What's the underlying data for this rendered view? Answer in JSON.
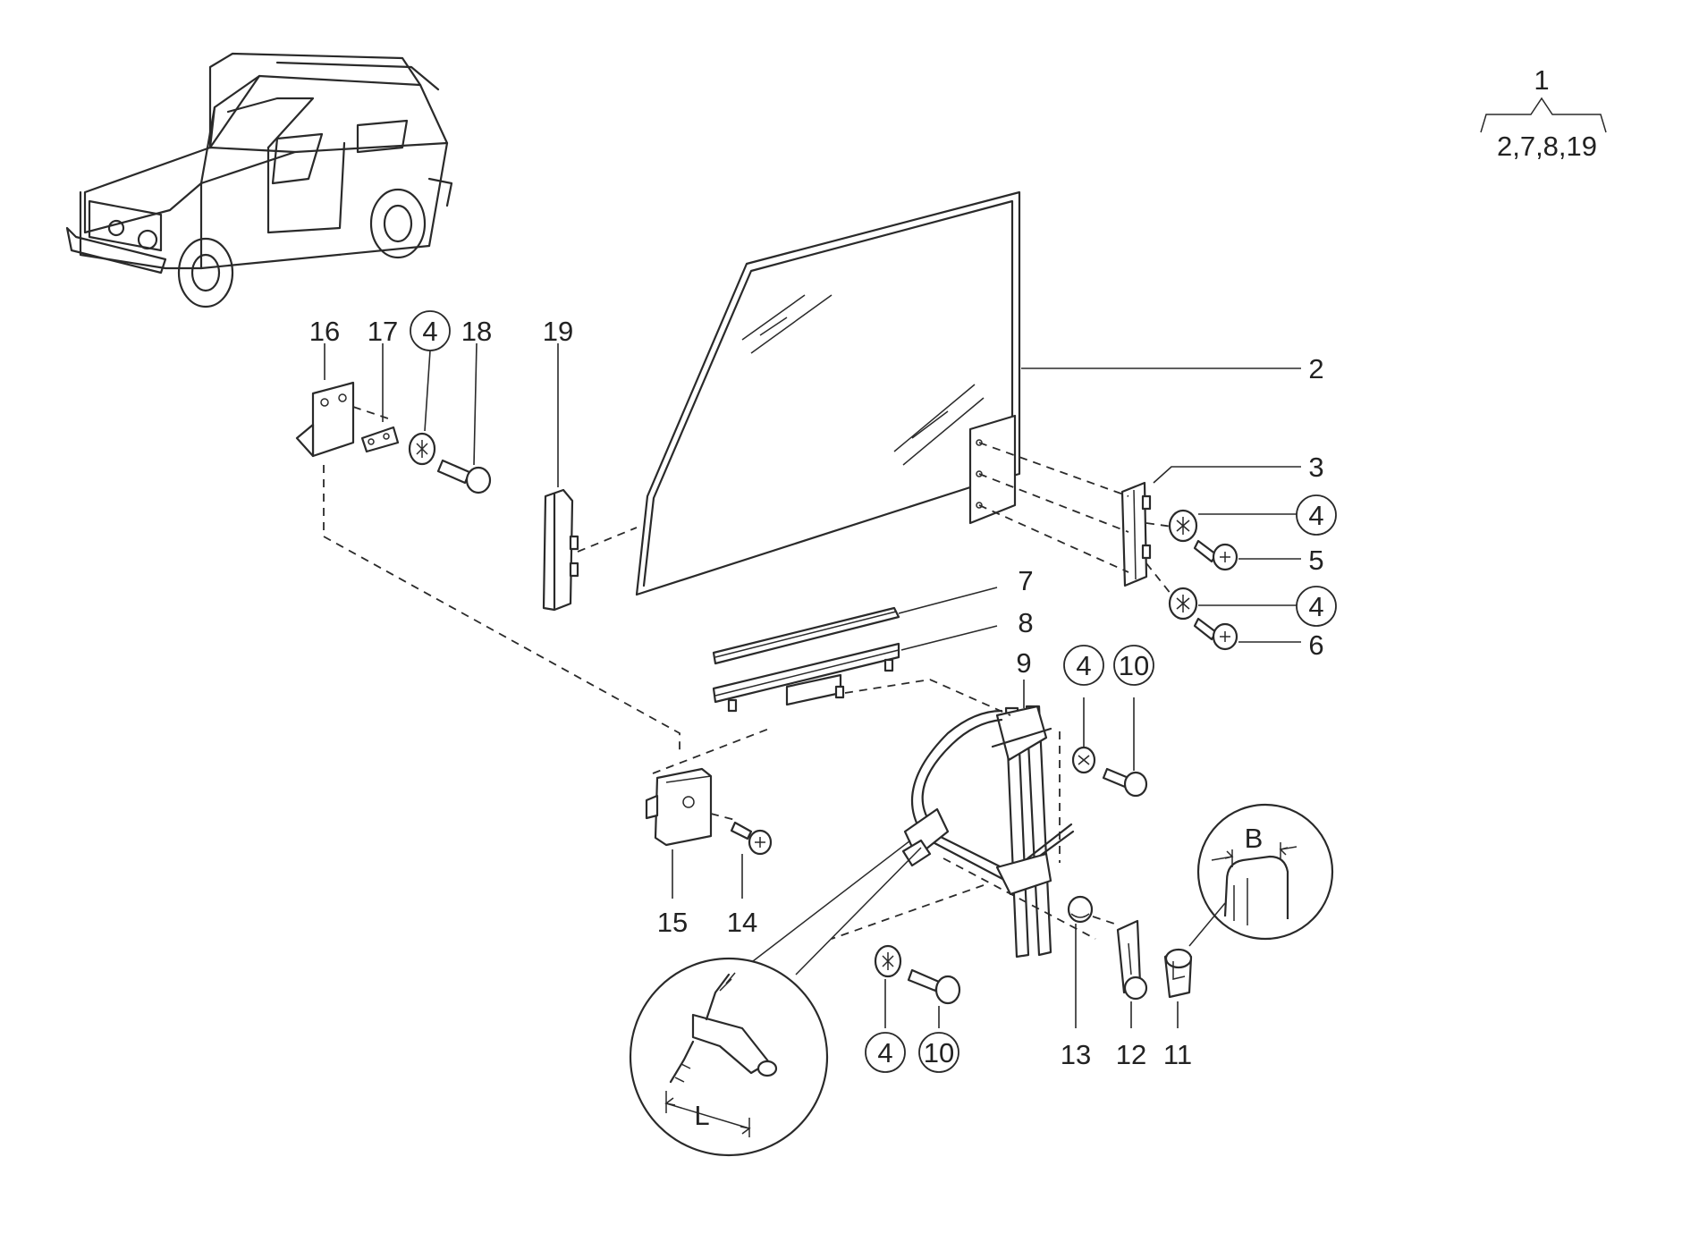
{
  "assembly": {
    "number": "1",
    "contents": "2,7,8,19"
  },
  "callouts": {
    "c2": "2",
    "c3": "3",
    "c4_top": "4",
    "c4_glass_a": "4",
    "c4_glass_b": "4",
    "c4_reg_top": "4",
    "c4_reg_bottom": "4",
    "c5": "5",
    "c6": "6",
    "c7": "7",
    "c8": "8",
    "c9": "9",
    "c10_top": "10",
    "c10_bottom": "10",
    "c11": "11",
    "c12": "12",
    "c13": "13",
    "c14": "14",
    "c15": "15",
    "c16": "16",
    "c17": "17",
    "c18": "18",
    "c19": "19"
  },
  "detail_labels": {
    "width": "B",
    "length": "L"
  },
  "colors": {
    "ink": "#2a2a2a",
    "paper": "#ffffff"
  }
}
